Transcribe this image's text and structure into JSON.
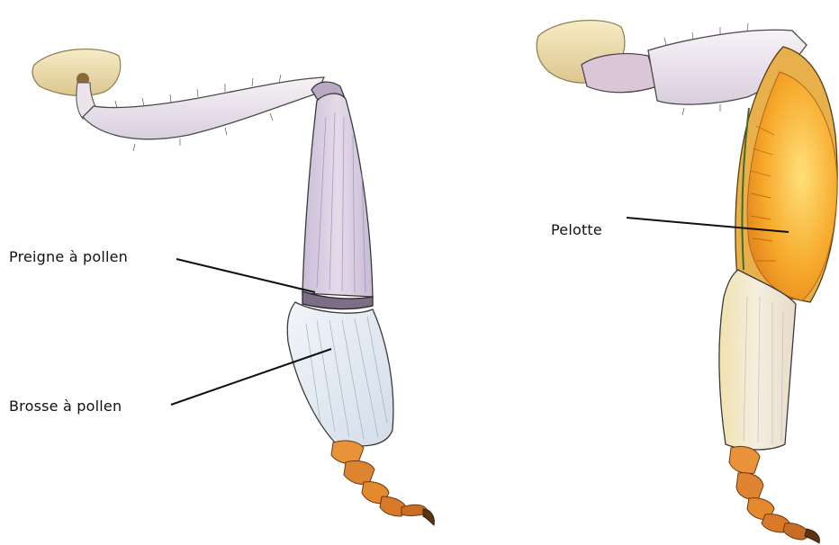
{
  "labels": {
    "peigne": "Preigne à pollen",
    "brosse": "Brosse à pollen",
    "pelotte": "Pelotte"
  },
  "colors": {
    "background": "#ffffff",
    "leader_line": "#111111",
    "femur_fill": "#ece6ee",
    "tibia_fill": "#d8cde2",
    "brush_fill": "#e4ebf3",
    "tarsus_fill": "#e38a2e",
    "pollen_load": "#f3a628",
    "coxa_fill": "#efe2b0",
    "outline": "#3a3a3a"
  }
}
